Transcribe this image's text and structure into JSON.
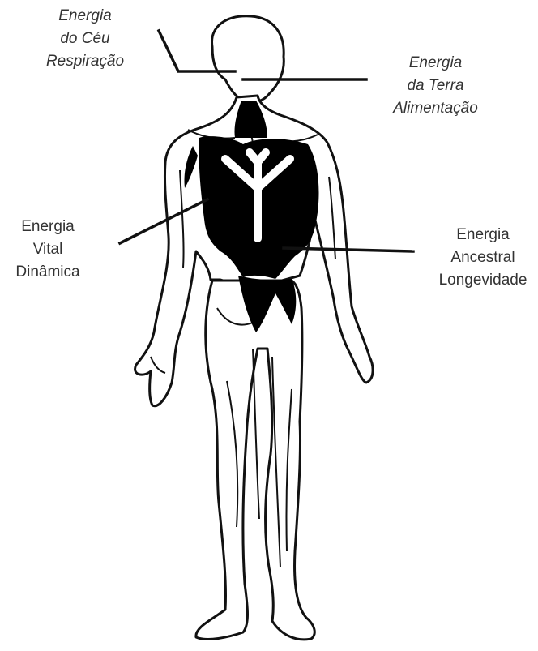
{
  "colors": {
    "ink": "#111111",
    "fill": "#000000",
    "paper": "#ffffff",
    "text": "#333333"
  },
  "labels": {
    "heaven": {
      "line1": "Energia",
      "line2": "do Céu",
      "line3": "Respiração"
    },
    "earth": {
      "line1": "Energia",
      "line2": "da Terra",
      "line3": "Alimentação"
    },
    "vital": {
      "line1": "Energia",
      "line2": "Vital",
      "line3": "Dinâmica"
    },
    "ancestral": {
      "line1": "Energia",
      "line2": "Ancestral",
      "line3": "Longevidade"
    }
  }
}
